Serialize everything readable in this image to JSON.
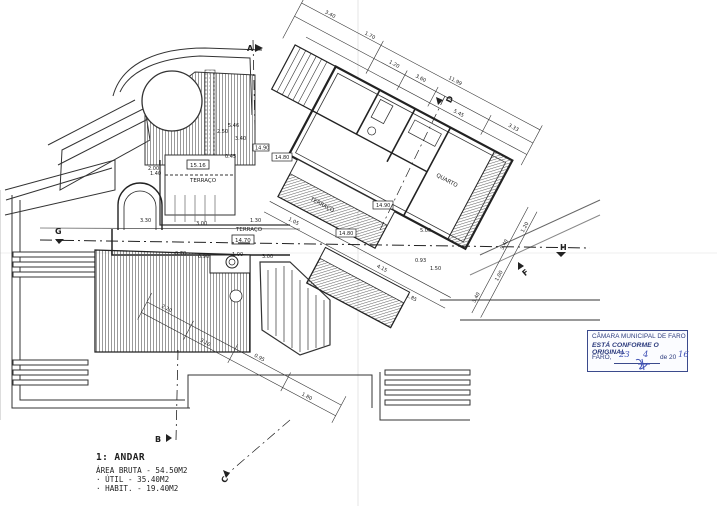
{
  "plan": {
    "title": "1: ANDAR",
    "areas": [
      "ÁREA BRUTA - 54.50M2",
      "·   ÚTIL   - 35.40M2",
      "·  HABIT.  - 19.40M2"
    ],
    "section_marks": [
      "A",
      "B",
      "C",
      "D",
      "F",
      "G",
      "H"
    ],
    "rooms": [
      "TERRAÇO",
      "TERRAÇO",
      "QUARTO",
      "TERRAÇO"
    ],
    "levels": [
      "14.90",
      "14.80",
      "14.90",
      "14.80",
      "14.70",
      "15.16",
      "14.70"
    ],
    "dims": [
      "3.40",
      "1.70",
      "1.20",
      "3.60",
      "11.99",
      "5.45",
      "3.33",
      "2.00",
      "3.00",
      "2.50",
      "5.46",
      "3.40",
      "1.20",
      "1.30",
      "3.30",
      "1.50",
      "0.70",
      "1.40",
      "1.20",
      "0.95",
      "0.45",
      "4.37",
      "0.90",
      "1.00",
      "3.00",
      "0.90",
      "1.20",
      "0.65",
      "0.40",
      "1.30",
      "1.05",
      "3.00",
      "4.15",
      "1.85",
      "2.20",
      "3.10",
      "0.95",
      "1.80",
      "3.00",
      "1.50",
      "3.40",
      "1.00",
      "3.40",
      "1.20",
      "0.93",
      "0.30",
      "5.00",
      "5.50",
      "0.15"
    ]
  },
  "stamp": {
    "line1": "CÂMARA MUNICIPAL DE FARO",
    "line2": "ESTÁ CONFORME O ORIGINAL",
    "place": "FARO,",
    "day": "23",
    "month": "4",
    "de_label": "de 20",
    "year_suffix": "16"
  },
  "colors": {
    "ink": "#222222",
    "hatch": "#5a5a5a",
    "stamp_ink": "#3b4a8c",
    "paper": "#ffffff"
  }
}
